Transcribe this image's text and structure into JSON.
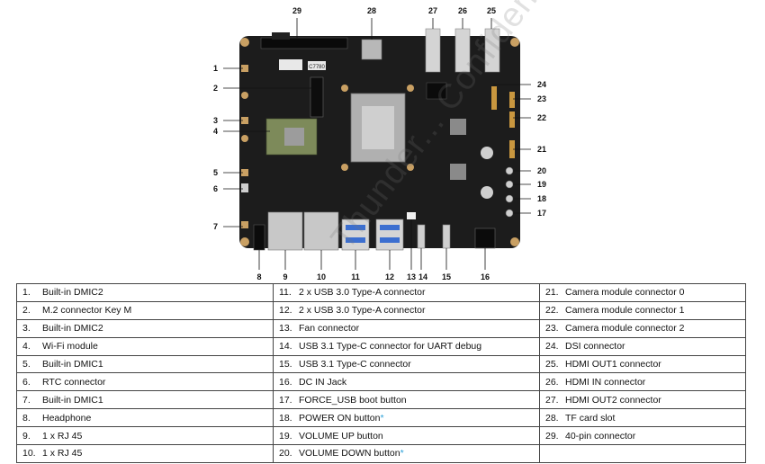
{
  "watermark": "Thunder... Confidential",
  "figure": {
    "callout_top": [
      "29",
      "28",
      "27",
      "26",
      "25"
    ],
    "callout_left": [
      "1",
      "2",
      "3",
      "4",
      "5",
      "6",
      "7"
    ],
    "callout_right": [
      "24",
      "23",
      "22",
      "21",
      "20",
      "19",
      "18",
      "17"
    ],
    "callout_bottom": [
      "8",
      "9",
      "10",
      "11",
      "12",
      "13",
      "14",
      "15",
      "16"
    ],
    "board_texts": [
      "C7780"
    ]
  },
  "table": {
    "rows": [
      [
        {
          "n": "1.",
          "t": "Built-in DMIC2",
          "star": ""
        },
        {
          "n": "11.",
          "t": "2 x USB 3.0 Type-A connector",
          "star": ""
        },
        {
          "n": "21.",
          "t": "Camera module connector 0",
          "star": ""
        }
      ],
      [
        {
          "n": "2.",
          "t": "M.2 connector Key M",
          "star": ""
        },
        {
          "n": "12.",
          "t": "2 x USB 3.0 Type-A connector",
          "star": ""
        },
        {
          "n": "22.",
          "t": "Camera module connector 1",
          "star": ""
        }
      ],
      [
        {
          "n": "3.",
          "t": "Built-in DMIC2",
          "star": ""
        },
        {
          "n": "13.",
          "t": "Fan connector",
          "star": ""
        },
        {
          "n": "23.",
          "t": "Camera module connector 2",
          "star": ""
        }
      ],
      [
        {
          "n": "4.",
          "t": "Wi-Fi module",
          "star": ""
        },
        {
          "n": "14.",
          "t": "USB 3.1 Type-C connector for UART debug",
          "star": ""
        },
        {
          "n": "24.",
          "t": "DSI connector",
          "star": ""
        }
      ],
      [
        {
          "n": "5.",
          "t": "Built-in DMIC1",
          "star": ""
        },
        {
          "n": "15.",
          "t": "USB 3.1 Type-C connector",
          "star": ""
        },
        {
          "n": "25.",
          "t": "HDMI OUT1 connector",
          "star": ""
        }
      ],
      [
        {
          "n": "6.",
          "t": "RTC connector",
          "star": ""
        },
        {
          "n": "16.",
          "t": "DC IN Jack",
          "star": ""
        },
        {
          "n": "26.",
          "t": "HDMI IN connector",
          "star": ""
        }
      ],
      [
        {
          "n": "7.",
          "t": "Built-in DMIC1",
          "star": ""
        },
        {
          "n": "17.",
          "t": "FORCE_USB boot button",
          "star": ""
        },
        {
          "n": "27.",
          "t": "HDMI OUT2 connector",
          "star": ""
        }
      ],
      [
        {
          "n": "8.",
          "t": "Headphone",
          "star": ""
        },
        {
          "n": "18.",
          "t": "POWER ON button",
          "star": "*"
        },
        {
          "n": "28.",
          "t": "TF card slot",
          "star": ""
        }
      ],
      [
        {
          "n": "9.",
          "t": "1 x RJ 45",
          "star": ""
        },
        {
          "n": "19.",
          "t": "VOLUME UP button",
          "star": ""
        },
        {
          "n": "29.",
          "t": "40-pin connector",
          "star": ""
        }
      ],
      [
        {
          "n": "10.",
          "t": "1 x RJ 45",
          "star": ""
        },
        {
          "n": "20.",
          "t": "VOLUME DOWN button",
          "star": "*"
        },
        {
          "n": "",
          "t": "",
          "star": ""
        }
      ]
    ]
  }
}
